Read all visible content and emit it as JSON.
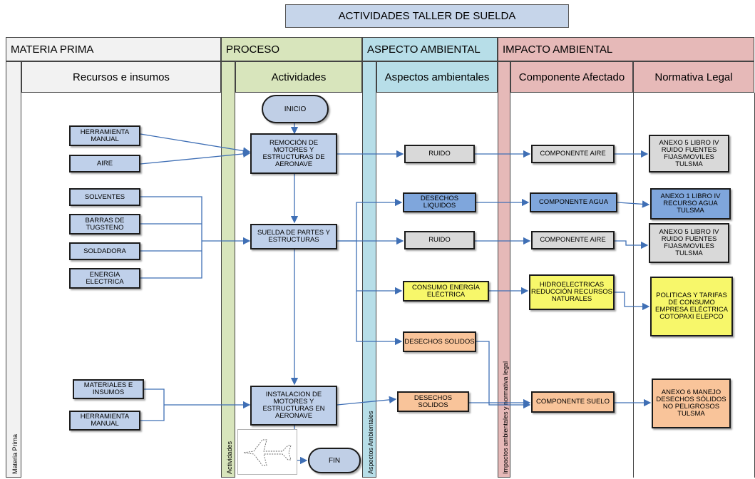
{
  "title": "ACTIVIDADES TALLER DE SUELDA",
  "lanes": [
    {
      "label": "MATERIA PRIMA",
      "color": "#f2f2f2"
    },
    {
      "label": "PROCESO",
      "color": "#d8e5bc"
    },
    {
      "label": "ASPECTO AMBIENTAL",
      "color": "#b7dee8"
    },
    {
      "label": "IMPACTO AMBIENTAL",
      "color": "#e6b9b8"
    }
  ],
  "sublanes": {
    "recursos": "Recursos e insumos",
    "actividades": "Actividades",
    "aspectos": "Aspectos ambientales",
    "componente": "Componente Afectado",
    "normativa": "Normativa Legal"
  },
  "strip_labels": {
    "materia": "Materia Prima",
    "actividades": "Actividades",
    "aspectos": "Aspectos Ambientales",
    "impactos": "Impactos ambientales y normativa legal"
  },
  "inputs": {
    "herramienta_manual": "HERRAMIENTA MANUAL",
    "aire": "AIRE",
    "solventes": "SOLVENTES",
    "barras": "BARRAS DE TUGSTENO",
    "soldadora": "SOLDADORA",
    "energia": "ENERGIA ELECTRICA",
    "materiales": "MATERIALES E INSUMOS",
    "herramienta_manual_2": "HERRAMIENTA MANUAL"
  },
  "process": {
    "inicio": "INICIO",
    "remocion": "REMOCIÓN DE MOTORES Y ESTRUCTURAS DE AERONAVE",
    "suelda": "SUELDA DE PARTES Y ESTRUCTURAS",
    "instalacion": "INSTALACION DE MOTORES Y ESTRUCTURAS EN AERONAVE",
    "fin": "FIN"
  },
  "aspects": {
    "ruido_1": "RUIDO",
    "desechos_liquidos": "DESECHOS LIQUIDOS",
    "ruido_2": "RUIDO",
    "consumo_energia": "CONSUMO ENERGÍA ELÉCTRICA",
    "desechos_solidos_1": "DESECHOS SOLIDOS",
    "desechos_solidos_2": "DESECHOS SOLIDOS"
  },
  "components": {
    "aire_1": "COMPONENTE AIRE",
    "agua": "COMPONENTE AGUA",
    "aire_2": "COMPONENTE AIRE",
    "hidro": "HIDROELECTRICAS REDUCCIÓN RECURSOS NATURALES",
    "suelo": "COMPONENTE SUELO"
  },
  "regulations": {
    "anexo5_1": "ANEXO 5 LIBRO IV RUIDO FUENTES FIJAS/MOVILES TULSMA",
    "anexo1": "ANEXO 1 LIBRO IV RECURSO AGUA TULSMA",
    "anexo5_2": "ANEXO 5 LIBRO IV RUIDO FUENTES FIJAS/MOVILES TULSMA",
    "politicas": "POLITICAS Y TARIFAS DE CONSUMO EMPRESA ELÉCTRICA COTOPAXI ELEPCO",
    "anexo6": "ANEXO 6 MANEJO DESECHOS SÓLIDOS NO PELIGROSOS TULSMA"
  }
}
